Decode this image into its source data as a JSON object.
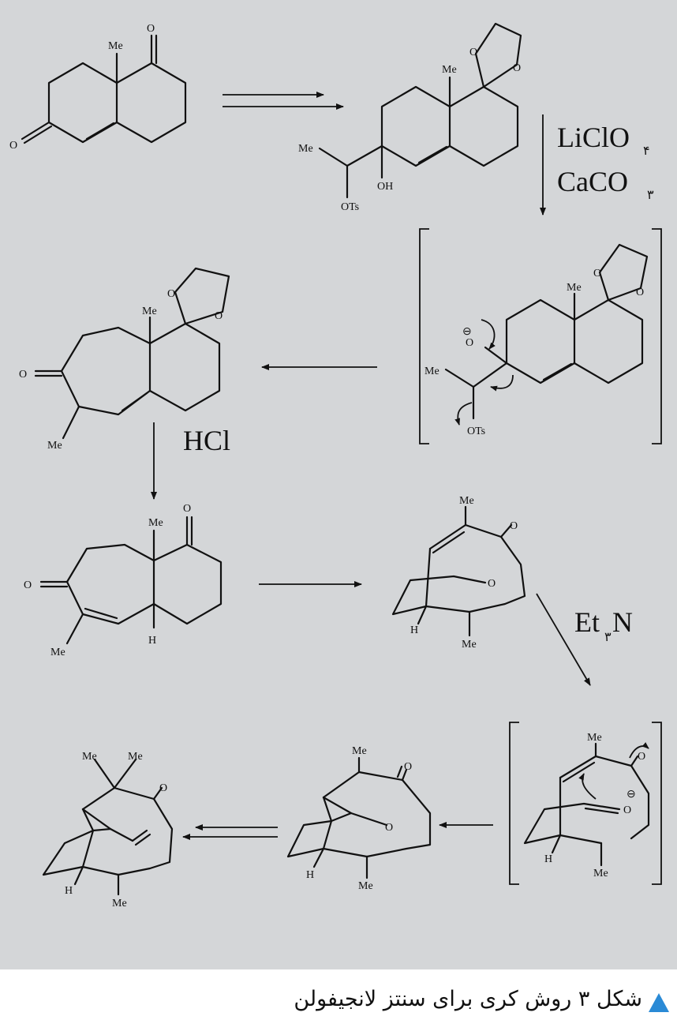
{
  "figure": {
    "caption": "شکل ۳ روش کری برای سنتز لانجیفولن",
    "marker_color": "#2a8ad6",
    "background_color": "#d4d6d8"
  },
  "labels": {
    "me": "Me",
    "oxygen": "O",
    "hydroxyl": "OH",
    "tosylate": "OTs",
    "hydrogen": "H",
    "oxide_charge": "⊖"
  },
  "reagents": {
    "step2_line1_main": "LiClO",
    "step2_line1_sub": "۴",
    "step2_line2_main": "CaCO",
    "step2_line2_sub": "۳",
    "step4": "HCl",
    "step6_main": "Et",
    "step6_sub": "۳",
    "step6_tail": "N"
  }
}
